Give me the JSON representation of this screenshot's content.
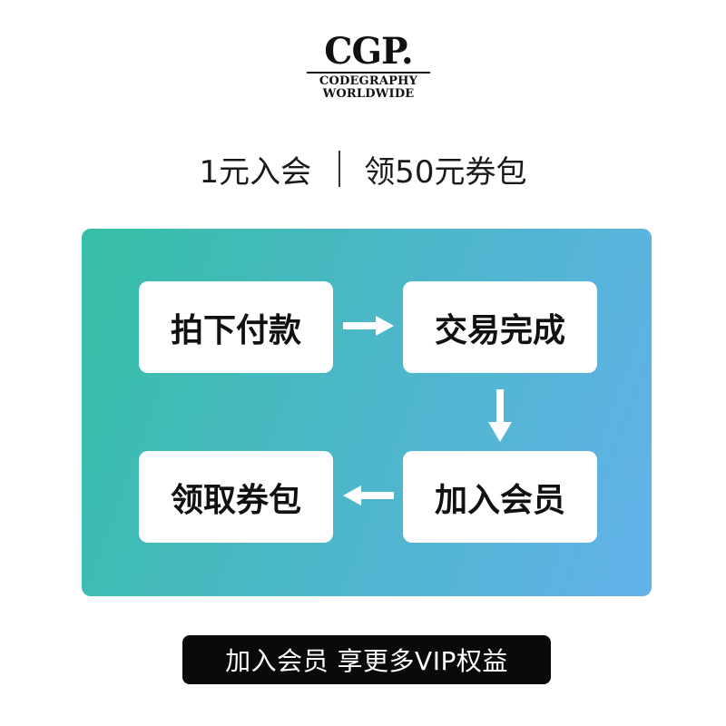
{
  "logo": {
    "mark": "CGP.",
    "line1": "CODEGRAPHY",
    "line2": "WORLDWIDE"
  },
  "headline": {
    "left": "1元入会",
    "right": "领50元券包"
  },
  "flow": {
    "steps": [
      {
        "label": "拍下付款"
      },
      {
        "label": "交易完成"
      },
      {
        "label": "加入会员"
      },
      {
        "label": "领取券包"
      }
    ],
    "panel_gradient": [
      "#36bfa6",
      "#62b2ea"
    ],
    "arrow_color": "#ffffff",
    "arrow_icons": [
      "arrow-right-icon",
      "arrow-down-icon",
      "arrow-left-icon"
    ]
  },
  "cta": {
    "label": "加入会员 享更多VIP权益"
  }
}
